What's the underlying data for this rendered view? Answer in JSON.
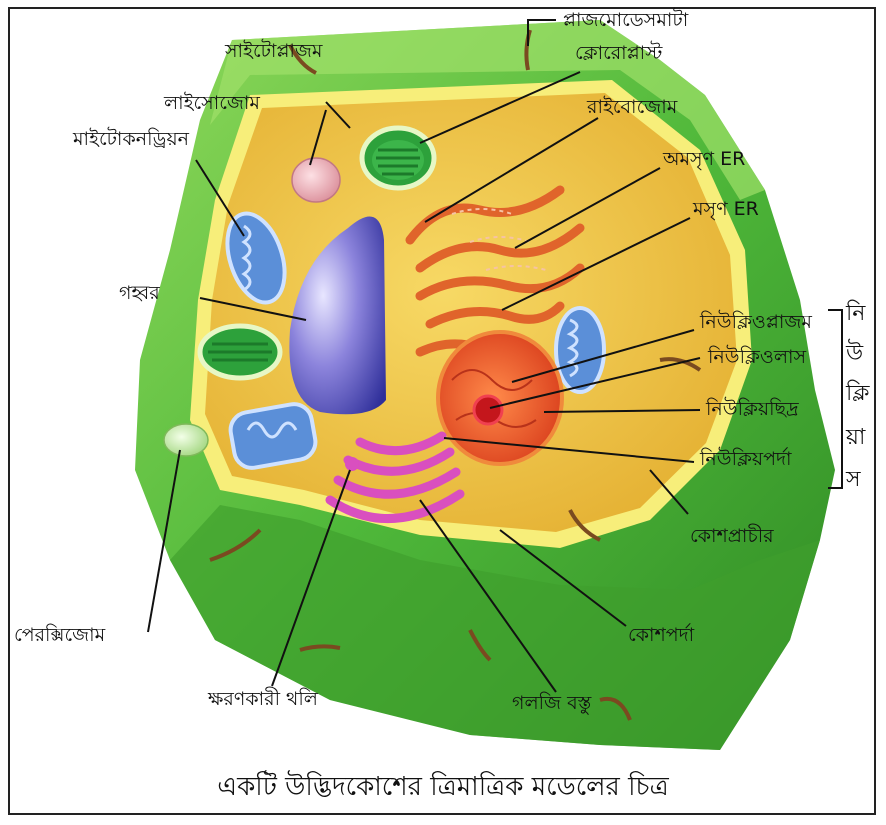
{
  "diagram": {
    "caption": "একটি উদ্ভিদকোশের ত্রিমাত্রিক মডেলের চিত্র",
    "labels": {
      "plasmodesmata": "প্লাজমোডেসমাটা",
      "chloroplast": "ক্লোরোপ্লাস্ট",
      "cytoplasm": "সাইটোপ্লাজম",
      "lysosome": "লাইসোজোম",
      "ribosome": "রাইবোজোম",
      "mitochondria": "মাইটোকনড্রিয়ন",
      "rough_er": "অমসৃণ ER",
      "smooth_er": "মসৃণ ER",
      "vacuole": "গহ্বর",
      "nucleoplasm": "নিউক্লিওপ্লাজম",
      "nucleolus": "নিউক্লিওলাস",
      "nuclear_pore": "নিউক্লিয়ছিদ্র",
      "nuclear_envelope": "নিউক্লিয়পর্দা",
      "cell_wall": "কোশপ্রাচীর",
      "peroxisome": "পেরক্সিজোম",
      "cell_membrane": "কোশপর্দা",
      "secretory_vesicle": "ক্ষরণকারী থলি",
      "golgi": "গলজি বস্তু"
    },
    "nucleus_letters": [
      "নি",
      "উ",
      "ক্লি",
      "য়া",
      "স"
    ],
    "colors": {
      "cell_wall": "#4fb83a",
      "cell_wall_dark": "#2f8a24",
      "cytoplasm": "#f2c545",
      "membrane": "#f7ee7a",
      "vacuole": "#7a6fd0",
      "nucleus": "#e8502a",
      "nucleolus": "#c4161c",
      "golgi": "#d94fbf",
      "er": "#e0642b",
      "mitochondria": "#5b8fd8",
      "chloroplast": "#2da13b",
      "lysosome": "#f0b2b8",
      "peroxisome": "#c8f0a8"
    }
  }
}
